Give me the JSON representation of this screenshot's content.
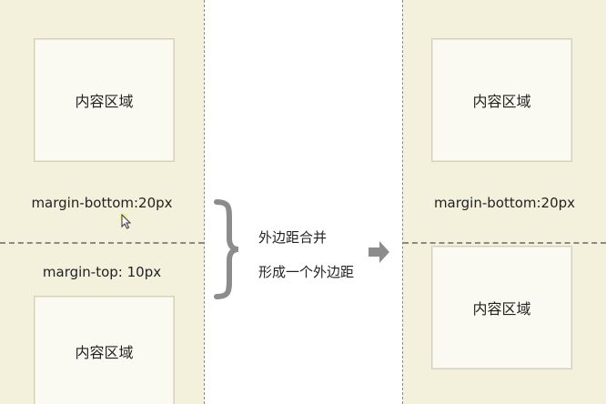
{
  "left_column": {
    "top_box_label": "内容区域",
    "bottom_margin_label": "margin-bottom:20px",
    "top_margin_label": "margin-top: 10px",
    "bottom_box_label": "内容区域"
  },
  "middle": {
    "note_line1": "外边距合并",
    "note_line2": "形成一个外边距"
  },
  "right_column": {
    "top_box_label": "内容区域",
    "margin_label": "margin-bottom:20px",
    "bottom_box_label": "内容区域"
  },
  "colors": {
    "panel_background": "#f3f0dc",
    "box_background": "#fbfaf2",
    "dashed_line": "#8a8a80",
    "brace_and_arrow": "#8c8c8c"
  }
}
